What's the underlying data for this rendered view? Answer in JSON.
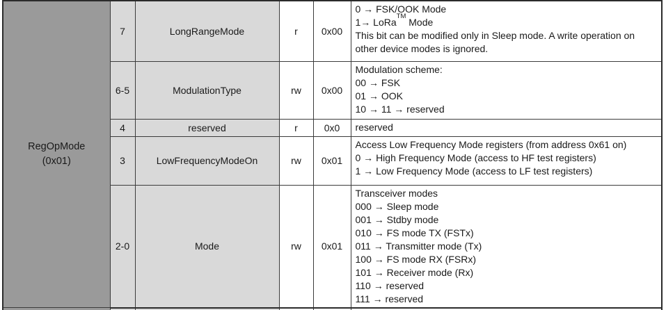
{
  "register_table": {
    "register": {
      "name": "RegOpMode",
      "address": "(0x01)"
    },
    "colors": {
      "register_cell_bg": "#9a9a9a",
      "bit_field_cell_bg": "#d9d9d9",
      "value_cell_bg": "#ffffff",
      "border": "#3b3b3b",
      "text": "#1a1a1a"
    },
    "rows": [
      {
        "bits": "7",
        "field": "LongRangeMode",
        "access": "r",
        "reset": "0x00",
        "desc_line_fsk": "0 → FSK/OOK Mode",
        "desc_line_lora": {
          "pre": "1→ LoRa",
          "sup": "TM",
          "post": " Mode"
        },
        "desc_lines_rest": [
          "This bit can be modified only in Sleep mode. A write operation on",
          "other device modes is ignored."
        ]
      },
      {
        "bits": "6-5",
        "field": "ModulationType",
        "access": "rw",
        "reset": "0x00",
        "desc_lines": [
          "Modulation scheme:",
          "00 → FSK",
          "01 → OOK",
          "10 → 11 → reserved"
        ]
      },
      {
        "bits": "4",
        "field": "reserved",
        "access": "r",
        "reset": "0x0",
        "desc_lines": [
          "reserved"
        ]
      },
      {
        "bits": "3",
        "field": "LowFrequencyModeOn",
        "access": "rw",
        "reset": "0x01",
        "desc_lines": [
          "Access Low Frequency Mode registers (from address 0x61 on)",
          "0 → High Frequency Mode (access to HF test registers)",
          "1 → Low Frequency Mode (access to LF test registers)"
        ]
      },
      {
        "bits": "2-0",
        "field": "Mode",
        "access": "rw",
        "reset": "0x01",
        "desc_lines": [
          "Transceiver modes",
          "000 → Sleep mode",
          "001 → Stdby mode",
          "010 → FS mode TX (FSTx)",
          "011 → Transmitter mode (Tx)",
          "100 → FS mode RX (FSRx)",
          "101 → Receiver mode (Rx)",
          "110 → reserved",
          "111 → reserved"
        ]
      }
    ]
  }
}
